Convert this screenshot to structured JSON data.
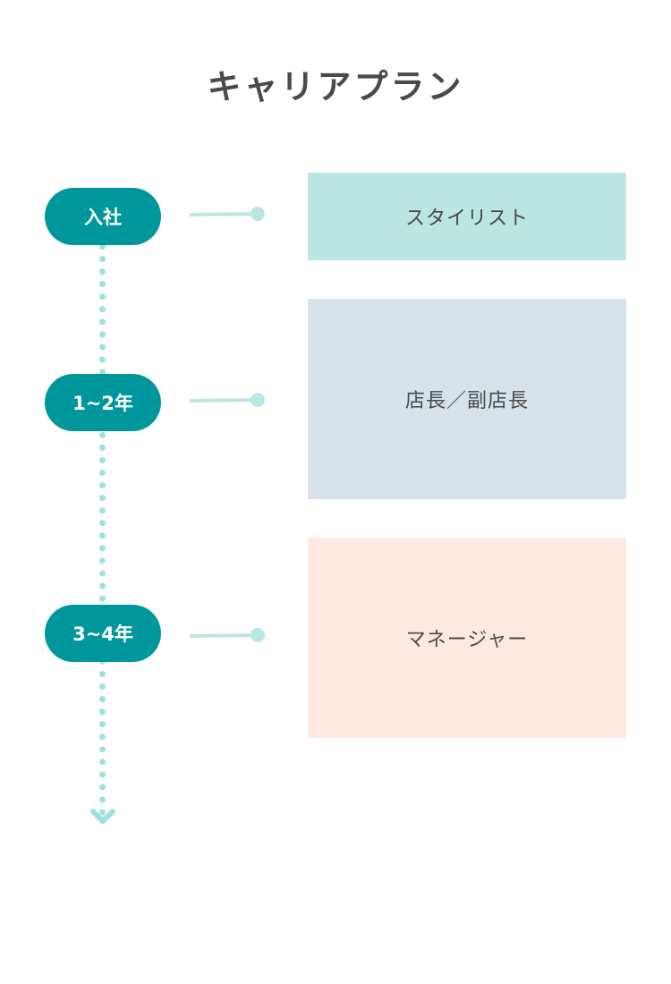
{
  "title": "キャリアプラン",
  "colors": {
    "pill": "#00979c",
    "line": "#9ee0e0",
    "card_1": "#bbe6e1",
    "card_2": "#d7e2ea",
    "card_3": "#fee8e2",
    "text": "#4a4a4a"
  },
  "steps": [
    {
      "label": "入社",
      "role": "スタイリスト"
    },
    {
      "label": "1~2年",
      "role": "店長／副店長"
    },
    {
      "label": "3~4年",
      "role": "マネージャー"
    }
  ]
}
